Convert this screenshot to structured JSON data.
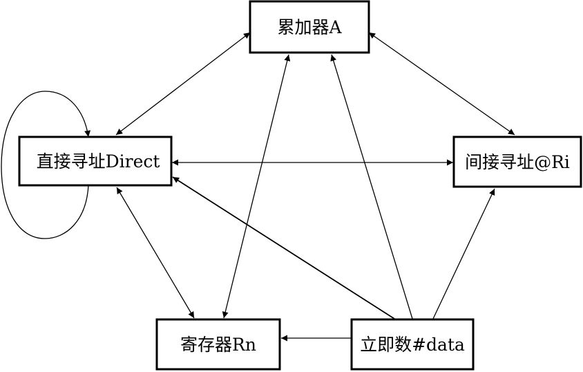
{
  "nodes": {
    "accumulator": "累加器A",
    "direct": "直接寻址Direct",
    "indirect": "间接寻址@Ri",
    "register": "寄存器Rn",
    "immediate": "立即数#data"
  },
  "edges": [
    {
      "from": "accumulator",
      "to": "direct",
      "direction": "both"
    },
    {
      "from": "accumulator",
      "to": "indirect",
      "direction": "both"
    },
    {
      "from": "accumulator",
      "to": "register",
      "direction": "both"
    },
    {
      "from": "direct",
      "to": "indirect",
      "direction": "both"
    },
    {
      "from": "direct",
      "to": "register",
      "direction": "both"
    },
    {
      "from": "direct",
      "to": "direct",
      "direction": "loop"
    },
    {
      "from": "immediate",
      "to": "accumulator",
      "direction": "forward"
    },
    {
      "from": "immediate",
      "to": "direct",
      "direction": "forward"
    },
    {
      "from": "immediate",
      "to": "indirect",
      "direction": "forward"
    },
    {
      "from": "immediate",
      "to": "register",
      "direction": "forward"
    }
  ]
}
